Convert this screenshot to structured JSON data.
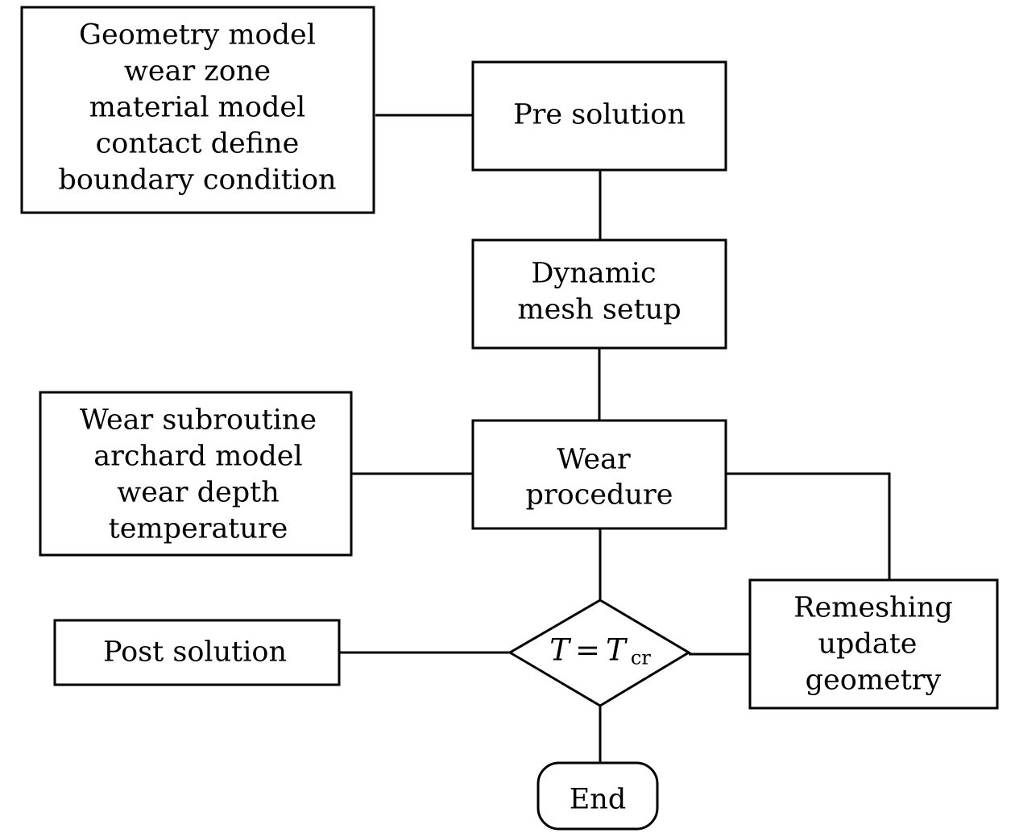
{
  "nodes": {
    "inputs": {
      "lines": [
        "Geometry model",
        "wear zone",
        "material model",
        "contact define",
        "boundary condition"
      ]
    },
    "pre_solution": {
      "lines": [
        "Pre solution"
      ]
    },
    "dynamic_mesh": {
      "lines": [
        "Dynamic",
        "mesh setup"
      ]
    },
    "wear_subroutine": {
      "lines": [
        "Wear subroutine",
        "archard model",
        "wear depth",
        "temperature"
      ]
    },
    "wear_procedure": {
      "lines": [
        "Wear",
        "procedure"
      ]
    },
    "post_solution": {
      "lines": [
        "Post solution"
      ]
    },
    "decision": {
      "lhs": "T",
      "op": "=",
      "rhs": "T",
      "rhs_subscript": "cr"
    },
    "remeshing": {
      "lines": [
        "Remeshing",
        "update",
        "geometry"
      ]
    },
    "end": {
      "lines": [
        "End"
      ]
    }
  }
}
